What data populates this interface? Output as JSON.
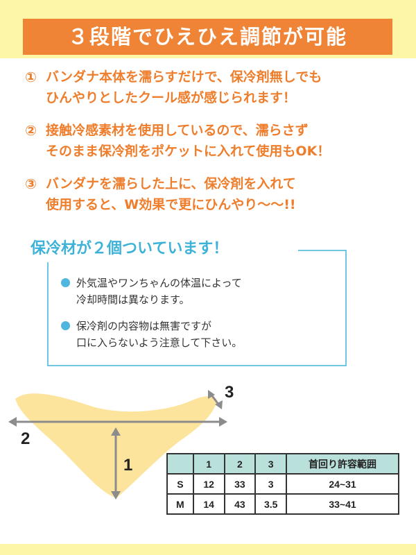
{
  "title": "３段階でひえひえ調節が可能",
  "points": [
    {
      "num": "①",
      "text": "バンダナ本体を濡らすだけで、保冷剤無しでも\nひんやりとしたクール感が感じられます！"
    },
    {
      "num": "②",
      "text": "接触冷感素材を使用しているので、濡らさず\nそのまま保冷剤をポケットに入れて使用もOK！"
    },
    {
      "num": "③",
      "text": "バンダナを濡らした上に、保冷剤を入れて\n使用すると、W効果で更にひんやり〜〜!!"
    }
  ],
  "sub_title": "保冷材が２個ついています！",
  "notes": [
    "外気温やワンちゃんの体温によって\n冷却時間は異なります。",
    "保冷剤の内容物は無害ですが\n口に入らないよう注意して下さい。"
  ],
  "diagram": {
    "label_1": "1",
    "label_2": "2",
    "label_3": "3",
    "fill_color": "#fde49c",
    "arrow_color": "#8c8c8c"
  },
  "size_table": {
    "headers": [
      "",
      "1",
      "2",
      "3",
      "首回り許容範囲"
    ],
    "rows": [
      [
        "S",
        "12",
        "33",
        "3",
        "24~31"
      ],
      [
        "M",
        "14",
        "43",
        "3.5",
        "33~41"
      ]
    ]
  },
  "colors": {
    "title_bg": "#f08436",
    "band": "#fcf6a6",
    "orange_text": "#ee7d2c",
    "blue": "#3db2d9",
    "table_header": "#b9e0da"
  }
}
